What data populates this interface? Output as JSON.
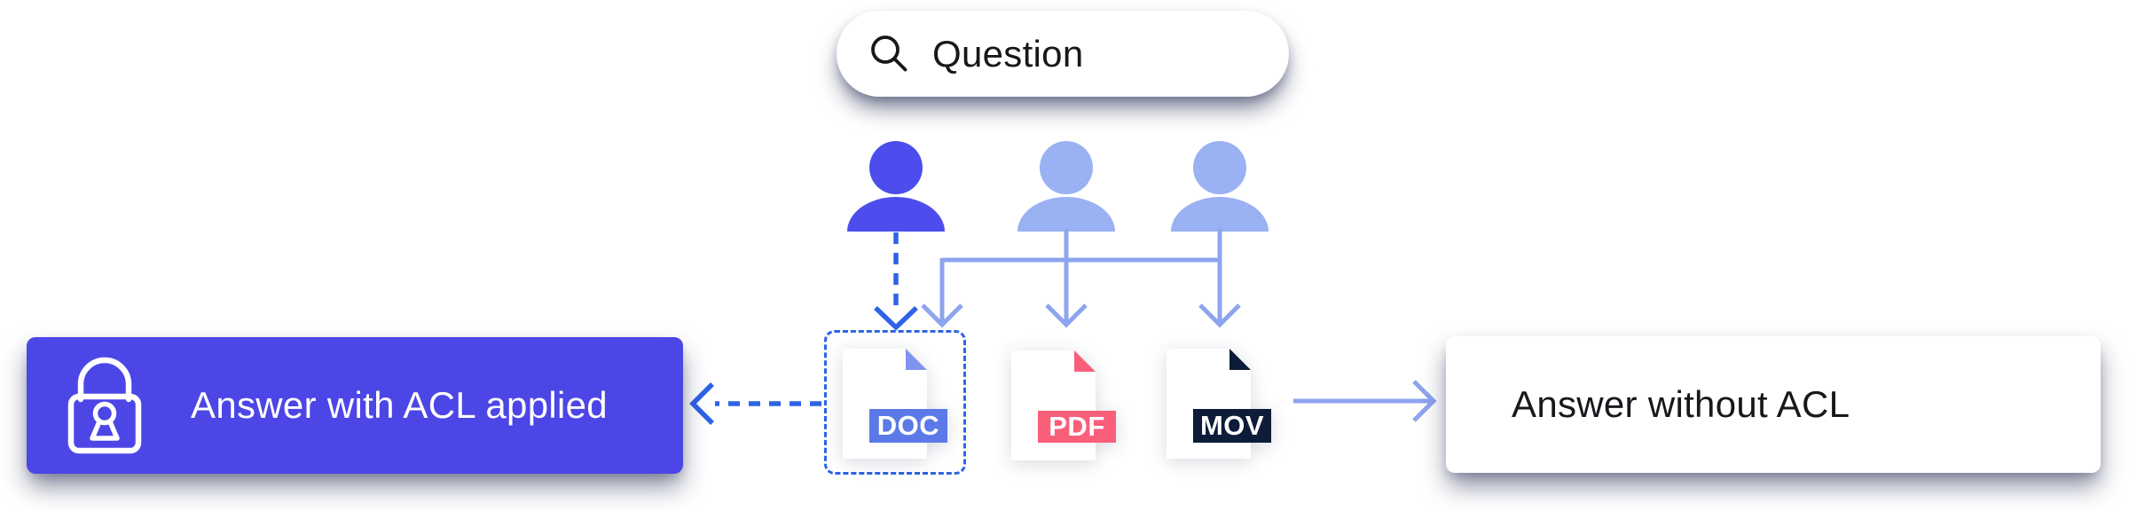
{
  "search": {
    "placeholder": "Question",
    "icon": "magnifier"
  },
  "users": [
    {
      "role": "restricted-user",
      "color": "#4d4dee"
    },
    {
      "role": "user",
      "color": "#9ab1f3"
    },
    {
      "role": "user",
      "color": "#9ab1f3"
    }
  ],
  "files": [
    {
      "label": "DOC",
      "badge_color": "#5b7ae8",
      "fold_color": "#8093f0",
      "acl_scoped": true
    },
    {
      "label": "PDF",
      "badge_color": "#fa5f7a",
      "fold_color": "#fa5f7a",
      "acl_scoped": false
    },
    {
      "label": "MOV",
      "badge_color": "#0e1c3a",
      "fold_color": "#0e1c3a",
      "acl_scoped": false
    }
  ],
  "answers": {
    "with_acl": {
      "label": "Answer with ACL applied",
      "bg_color": "#4c46e6",
      "text_color": "#ffffff",
      "icon": "lock"
    },
    "without_acl": {
      "label": "Answer without ACL",
      "bg_color": "#ffffff",
      "text_color": "#16181c"
    }
  },
  "colors": {
    "acl_flow_dashed_arrow": "#2e63e8",
    "open_flow_arrow": "#8da4ee",
    "acl_scope_outline": "#2e63e8"
  }
}
